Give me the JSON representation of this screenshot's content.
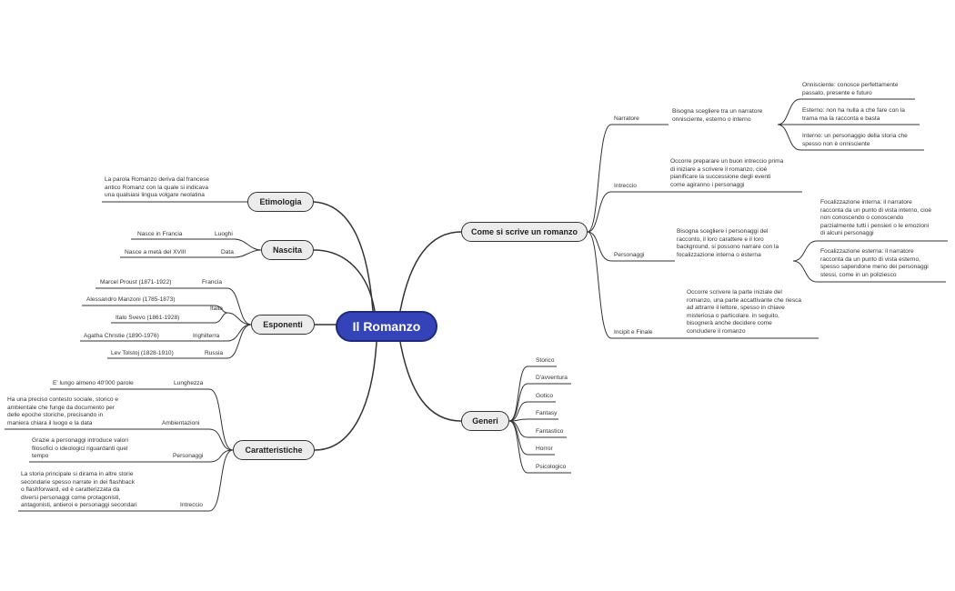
{
  "central": "Il Romanzo",
  "left": {
    "etimologia": {
      "label": "Etimologia",
      "text": "La parola Romanzo deriva dal francese\nantico Romanz con la quale si indicava\nuna qualsiasi lingua volgare neolatina"
    },
    "nascita": {
      "label": "Nascita",
      "items": [
        {
          "label": "Luoghi",
          "value": "Nasce in Francia"
        },
        {
          "label": "Data",
          "value": "Nasce a metà del XVIII"
        }
      ]
    },
    "esponenti": {
      "label": "Esponenti",
      "groups": [
        {
          "label": "Francia",
          "authors": [
            "Marcel Proust (1871-1922)"
          ]
        },
        {
          "label": "Italia",
          "authors": [
            "Alessandro Manzoni (1785-1873)",
            "Italo Svevo (1861-1928)"
          ]
        },
        {
          "label": "Inghilterra",
          "authors": [
            "Agatha Christie (1890-1976)"
          ]
        },
        {
          "label": "Russia",
          "authors": [
            "Lev Tolstoj (1828-1910)"
          ]
        }
      ]
    },
    "caratteristiche": {
      "label": "Caratteristiche",
      "items": [
        {
          "label": "Lunghezza",
          "text": "E' lungo almeno 40'000 parole"
        },
        {
          "label": "Ambientazioni",
          "text": "Ha una preciso contesto sociale, storico e\nambientale che funge da documento per\ndelle epoche storiche, precisando in\nmaniera chiara il luogo e la data"
        },
        {
          "label": "Personaggi",
          "text": "Grazie a personaggi introduce valori\nfilosofici o ideologici riguardanti quel\ntempo"
        },
        {
          "label": "Intreccio",
          "text": "La storia principale si dirama in altre storie\nsecondarie spesso narrate in dei flashback\no flashforward, ed è caratterizzata da\ndiversi personaggi come protagonisti,\nantagonisti, antieroi e personaggi secondari"
        }
      ]
    }
  },
  "right": {
    "come": {
      "label": "Come si scrive un romanzo",
      "narratore": {
        "label": "Narratore",
        "text": "Bisogna scegliere tra un narratore\nonnisciente, esterno o interno",
        "types": [
          "Onnisciente: conosce perfettamente\npassato, presente e futuro",
          "Esterno: non ha nulla a che fare con la\ntrama ma la racconta e basta",
          "Interno: un personaggio della storia che\nspesso non è onnisciente"
        ]
      },
      "intreccio": {
        "label": "Intreccio",
        "text": "Occorre preparare un buon intreccio prima\ndi iniziare a scrivere il romanzo, cioè\npianificare la successione degli eventi\ncome agiranno i personaggi"
      },
      "personaggi": {
        "label": "Personaggi",
        "text": "Bisogna scegliere i personaggi del\nracconto, il loro carattere e il loro\nbackground, si possono narrare con la\nfocalizzazione interna o esterna",
        "types": [
          "Focalizzazione interna: il narratore\nracconta da un punto di vista interno, cioè\nnon conoscendo o conoscendo\nparzialmente tutti i pensieri o le emozioni\ndi alcuni personaggi",
          "Focalizzazione esterna: il narratore\nracconta da un punto di vista esterno,\nspesso sapendone meno dei personaggi\nstessi, come in un poliziesco"
        ]
      },
      "incipit": {
        "label": "Incipit e Finale",
        "text": "Occorre scrivere la parte iniziale del\nromanzo, una parte accattivante che riesca\nad attrarre il lettore, spesso in chiave\nmisteriosa o particolare. in seguito,\nbisognerà anche decidere come\nconcludere il romanzo"
      }
    },
    "generi": {
      "label": "Generi",
      "items": [
        "Storico",
        "D'avventura",
        "Gotico",
        "Fantasy",
        "Fantastico",
        "Horror",
        "Psicologico"
      ]
    }
  }
}
